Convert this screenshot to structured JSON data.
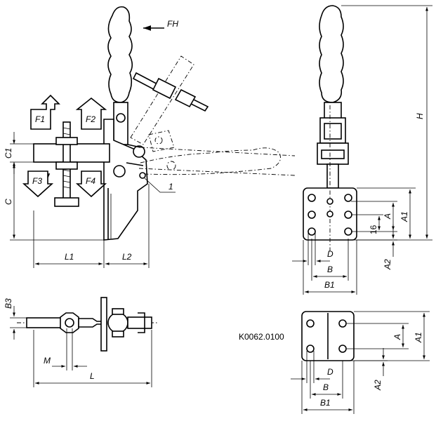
{
  "labels": {
    "fh": "FH",
    "f1": "F1",
    "f2": "F2",
    "f3": "F3",
    "f4": "F4",
    "c1": "C1",
    "c": "C",
    "one": "1",
    "l1": "L1",
    "l2": "L2",
    "h": "H",
    "a": "A",
    "a1": "A1",
    "a2": "A2",
    "b": "B",
    "b1": "B1",
    "d": "D",
    "sixteen": "16",
    "b3": "B3",
    "m": "M",
    "l": "L",
    "a_bot": "A",
    "a1_bot": "A1",
    "a2_bot": "A2",
    "b_bot": "B",
    "b1_bot": "B1",
    "d_bot": "D"
  },
  "article_code": "K0062.0100"
}
